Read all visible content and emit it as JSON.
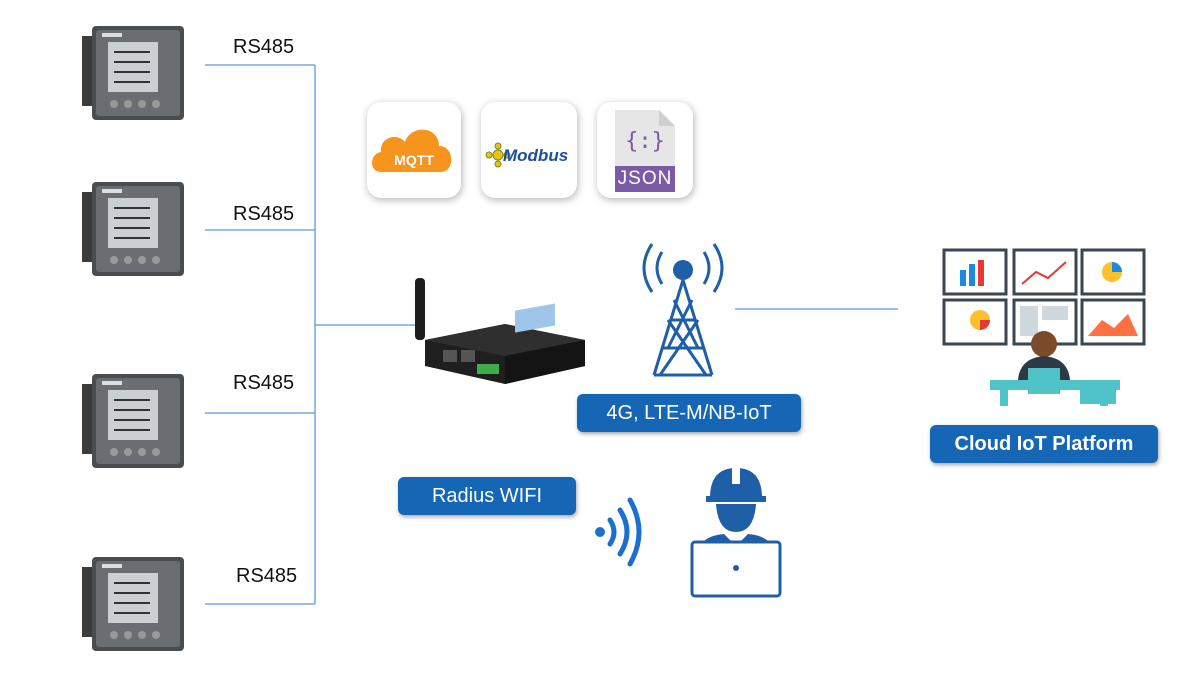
{
  "rs485_labels": [
    "RS485",
    "RS485",
    "RS485",
    "RS485"
  ],
  "protocols": {
    "mqtt": "MQTT",
    "modbus": "Modbus",
    "json": "JSON"
  },
  "cellular_label": "4G, LTE-M/NB-IoT",
  "wifi_label": "Radius WIFI",
  "cloud_label": "Cloud IoT Platform",
  "colors": {
    "pill_blue": "#1566b4",
    "line_blue": "#5b9bd5",
    "mqtt_orange": "#f7941d",
    "json_purple": "#7b5aa6",
    "tower_blue": "#1f5fa8"
  },
  "icons": [
    "power-meter-icon",
    "mqtt-cloud-icon",
    "modbus-logo-icon",
    "json-file-icon",
    "router-icon",
    "cell-tower-icon",
    "dashboard-monitors-icon",
    "wifi-waves-icon",
    "engineer-laptop-icon"
  ]
}
